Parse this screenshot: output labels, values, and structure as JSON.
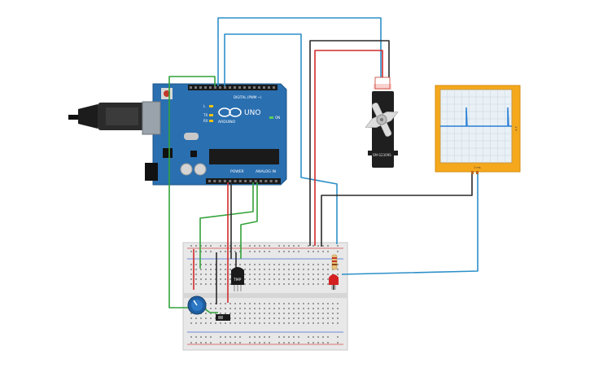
{
  "arduino": {
    "brand": "ARDUINO",
    "model": "UNO",
    "header_digital": "DIGITAL (PWM ~)",
    "header_power": "POWER",
    "header_analog": "ANALOG IN",
    "led_labels": {
      "l": "L",
      "tx": "TX",
      "rx": "RX",
      "on": "ON"
    }
  },
  "servo": {
    "label": "SM-S2309S"
  },
  "oscilloscope": {
    "scale_top": "1 ms",
    "scale_side": "1 V",
    "trace_color": "#2a7fd4",
    "screen_color": "#e9f1f7"
  },
  "tmp_sensor": {
    "label": "TMP"
  },
  "wire_colors": {
    "blue": "#2c8fc9",
    "red": "#d12b2b",
    "black": "#2a2a2a",
    "green": "#33a23a"
  }
}
